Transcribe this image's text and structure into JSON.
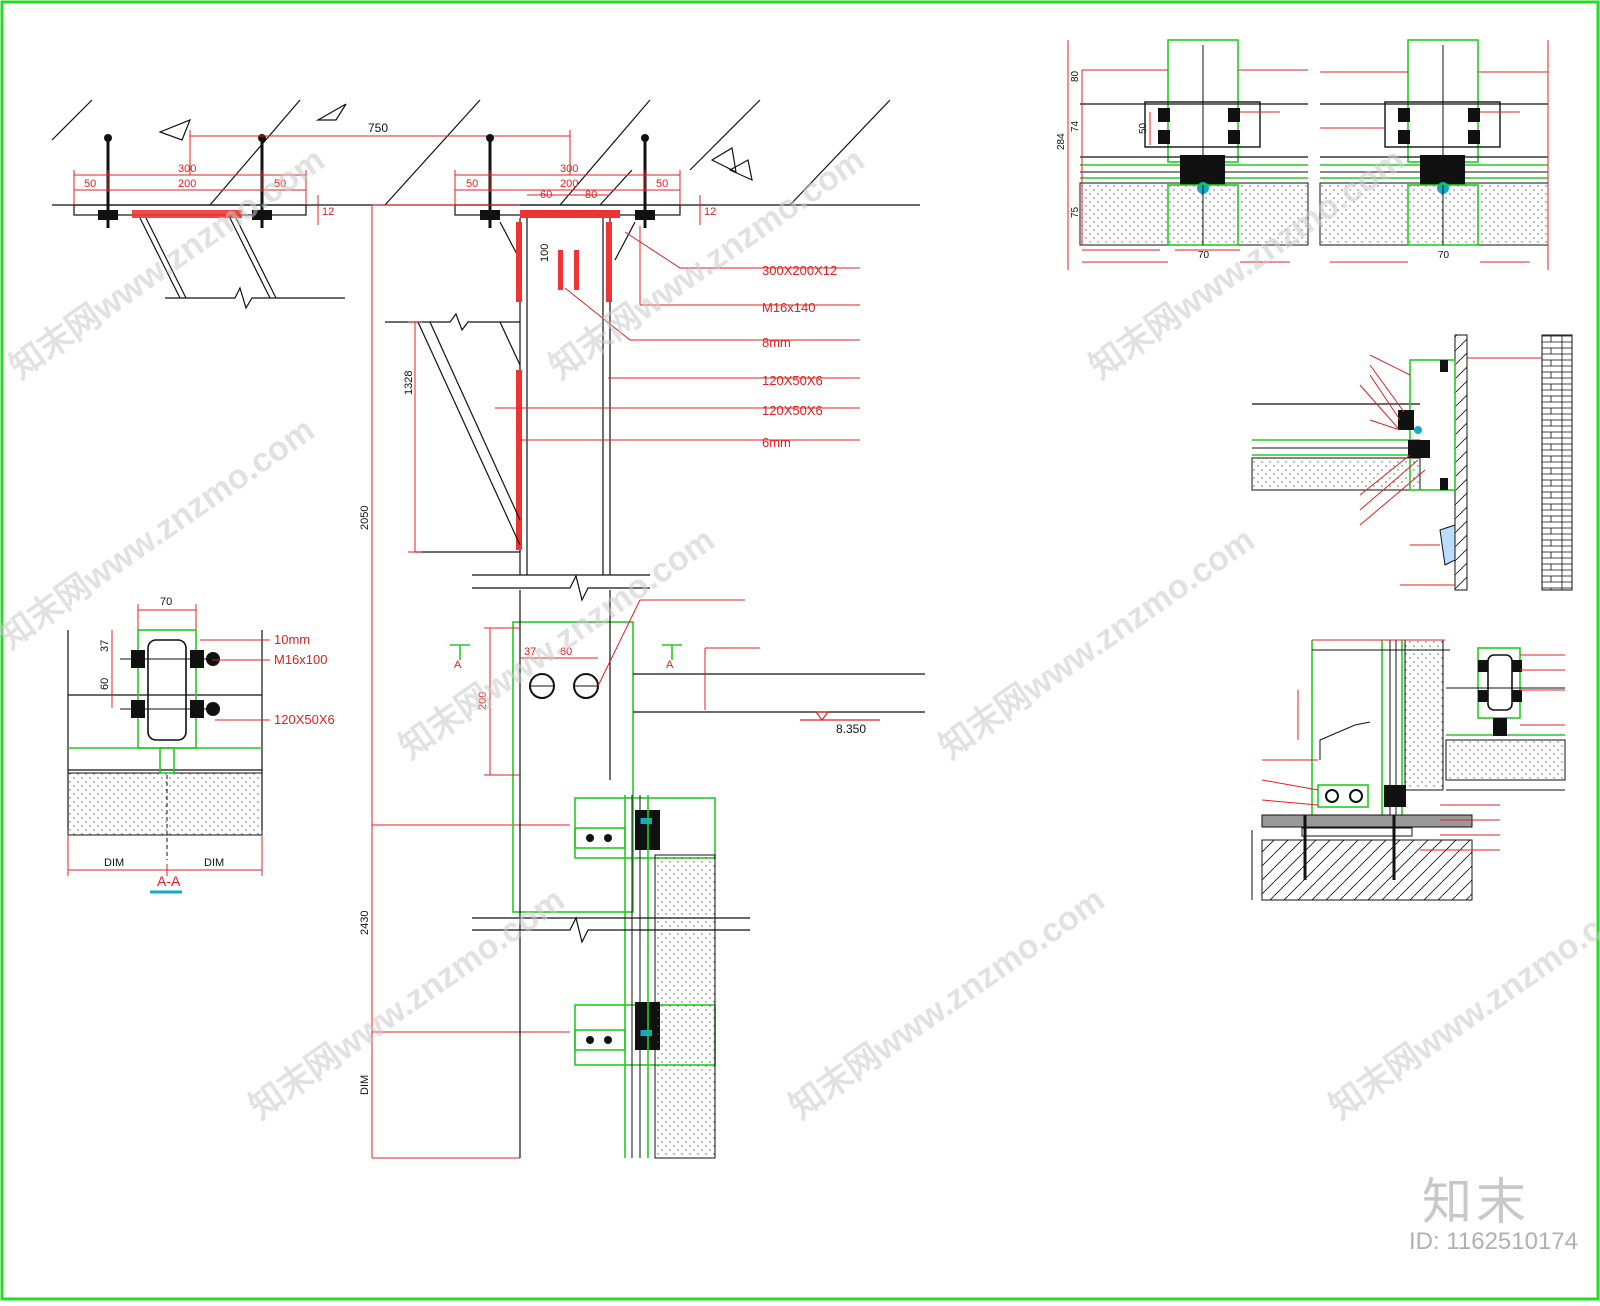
{
  "colors": {
    "border": "#22dd22",
    "dim": "#e02020",
    "green": "#22cc22",
    "black": "#111111",
    "ann": "#e02020",
    "watermark": "#c8c8c8"
  },
  "watermark": {
    "logo": "知末",
    "id": "ID: 1162510174",
    "site": "知末网www.znzmo.com"
  },
  "dims": {
    "d750": "750",
    "d300a": "300",
    "d200a": "200",
    "d50a": "50",
    "d50b": "50",
    "d300b": "300",
    "d200b": "200",
    "d60": "60",
    "d80": "80",
    "d50c": "50",
    "d50d": "50",
    "d12a": "12",
    "d12b": "12",
    "d100": "100",
    "d1328": "1328",
    "d2050": "2050",
    "d2430": "2430",
    "dDIM": "DIM",
    "d37": "37",
    "d60b": "60",
    "d200c": "200",
    "elev": "8.350"
  },
  "leaders": {
    "plate": "300X200X12",
    "bolt": "M16x140",
    "weld": "8mm",
    "tube1": "120X50X6",
    "tube2": "120X50X6",
    "weld6": "6mm"
  },
  "sectionA": {
    "cutA1": "A",
    "cutA2": "A",
    "d70": "70",
    "d37": "37",
    "d60": "60",
    "dimL": "DIM",
    "dimR": "DIM",
    "title": "A-A",
    "l1": "10mm",
    "l2": "M16x100",
    "l3": "120X50X6"
  },
  "topRight": {
    "d284": "284",
    "d80": "80",
    "d74": "74",
    "d50": "50",
    "d75": "75",
    "d70a": "70",
    "d70b": "70"
  }
}
